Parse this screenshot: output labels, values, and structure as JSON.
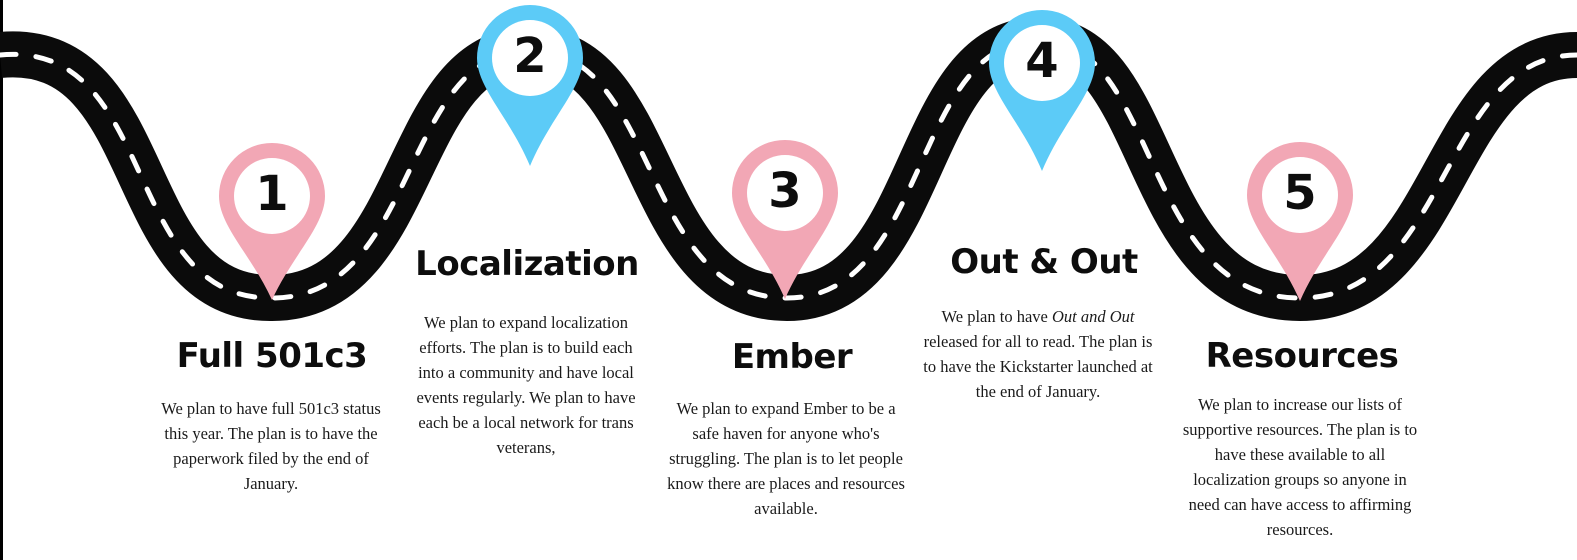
{
  "colors": {
    "road": "#0b0b0b",
    "road_marking": "#ffffff",
    "pin_pink": "#f2a7b5",
    "pin_blue": "#5ccbf7",
    "pin_inner": "#ffffff"
  },
  "steps": [
    {
      "number": "1",
      "pin_color": "pink",
      "title": "Full 501c3",
      "desc_before": "We plan to have full 501c3 status this year. The plan is to have the paperwork filed by the end of January.",
      "desc_italic": "",
      "desc_after": ""
    },
    {
      "number": "2",
      "pin_color": "blue",
      "title": "Localization",
      "desc_before": "We plan to expand localization efforts. The plan is to build each into a community and have local events regularly. We plan to have each be a local network for trans veterans,",
      "desc_italic": "",
      "desc_after": ""
    },
    {
      "number": "3",
      "pin_color": "pink",
      "title": "Ember",
      "desc_before": "We plan to expand Ember to be a safe haven for anyone who's struggling. The plan is to let people know there are places and resources available.",
      "desc_italic": "",
      "desc_after": ""
    },
    {
      "number": "4",
      "pin_color": "blue",
      "title": "Out & Out",
      "desc_before": "We plan to have ",
      "desc_italic": "Out and Out",
      "desc_after": " released for all to read. The plan is to have the Kickstarter launched at the end of January."
    },
    {
      "number": "5",
      "pin_color": "pink",
      "title": "Resources",
      "desc_before": "We plan to increase our lists of supportive resources. The plan is to have these available to all localization groups so anyone in need can have access to affirming resources.",
      "desc_italic": "",
      "desc_after": ""
    }
  ]
}
